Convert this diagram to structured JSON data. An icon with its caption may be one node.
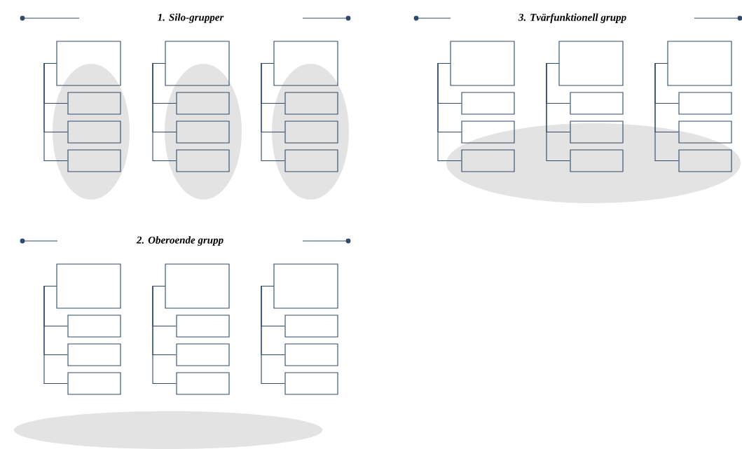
{
  "diagram": {
    "nodes": [
      {
        "text": [],
        "shape": "box"
      },
      {
        "text": [],
        "shape": "box"
      },
      {
        "text": [],
        "shape": "box"
      },
      {
        "text": [],
        "shape": "box"
      },
      {
        "text": [],
        "shape": "box"
      },
      {
        "text": [],
        "shape": "box"
      },
      {
        "text": [],
        "shape": "box"
      },
      {
        "text": [],
        "shape": "box"
      },
      {
        "text": [],
        "shape": "box"
      },
      {
        "text": [],
        "shape": "box"
      },
      {
        "text": [],
        "shape": "box"
      },
      {
        "text": [],
        "shape": "box"
      },
      {
        "text": [],
        "shape": "box"
      },
      {
        "text": [],
        "shape": "box"
      },
      {
        "text": [],
        "shape": "box"
      },
      {
        "text": [],
        "shape": "box"
      },
      {
        "text": [],
        "shape": "box"
      },
      {
        "text": [],
        "shape": "box"
      },
      {
        "text": [],
        "shape": "box"
      },
      {
        "text": [],
        "shape": "box"
      },
      {
        "text": [],
        "shape": "box"
      },
      {
        "text": [],
        "shape": "box"
      },
      {
        "text": [],
        "shape": "box"
      },
      {
        "text": [],
        "shape": "box"
      },
      {
        "text": [],
        "shape": "box"
      },
      {
        "text": [],
        "shape": "box"
      },
      {
        "text": [],
        "shape": "box"
      },
      {
        "text": [],
        "shape": "box"
      },
      {
        "text": [],
        "shape": "box"
      },
      {
        "text": [],
        "shape": "box"
      },
      {
        "text": [],
        "shape": "box"
      },
      {
        "text": [],
        "shape": "box"
      },
      {
        "text": [],
        "shape": "box"
      },
      {
        "text": [],
        "shape": "box"
      },
      {
        "text": [],
        "shape": "box"
      },
      {
        "text": [],
        "shape": "box"
      }
    ],
    "edges": [
      {
        "from": 0,
        "to": 1,
        "arrow": "none"
      },
      {
        "from": 0,
        "to": 2,
        "arrow": "none"
      },
      {
        "from": 0,
        "to": 3,
        "arrow": "none"
      },
      {
        "from": 4,
        "to": 5,
        "arrow": "none"
      },
      {
        "from": 4,
        "to": 6,
        "arrow": "none"
      },
      {
        "from": 4,
        "to": 7,
        "arrow": "none"
      },
      {
        "from": 8,
        "to": 9,
        "arrow": "none"
      },
      {
        "from": 8,
        "to": 10,
        "arrow": "none"
      },
      {
        "from": 8,
        "to": 11,
        "arrow": "none"
      },
      {
        "from": 12,
        "to": 13,
        "arrow": "none"
      },
      {
        "from": 12,
        "to": 14,
        "arrow": "none"
      },
      {
        "from": 12,
        "to": 15,
        "arrow": "none"
      },
      {
        "from": 16,
        "to": 17,
        "arrow": "none"
      },
      {
        "from": 16,
        "to": 18,
        "arrow": "none"
      },
      {
        "from": 16,
        "to": 19,
        "arrow": "none"
      },
      {
        "from": 20,
        "to": 21,
        "arrow": "none"
      },
      {
        "from": 20,
        "to": 22,
        "arrow": "none"
      },
      {
        "from": 20,
        "to": 23,
        "arrow": "none"
      },
      {
        "from": 24,
        "to": 25,
        "arrow": "none"
      },
      {
        "from": 24,
        "to": 26,
        "arrow": "none"
      },
      {
        "from": 24,
        "to": 27,
        "arrow": "none"
      },
      {
        "from": 28,
        "to": 29,
        "arrow": "none"
      },
      {
        "from": 28,
        "to": 30,
        "arrow": "none"
      },
      {
        "from": 28,
        "to": 31,
        "arrow": "none"
      },
      {
        "from": 32,
        "to": 33,
        "arrow": "none"
      },
      {
        "from": 32,
        "to": 34,
        "arrow": "none"
      },
      {
        "from": 32,
        "to": 35,
        "arrow": "none"
      }
    ],
    "labels": [
      "1. Silo-grupper",
      "3. Tvärfunktionell grupp",
      "2. Oberoende grupp"
    ]
  }
}
